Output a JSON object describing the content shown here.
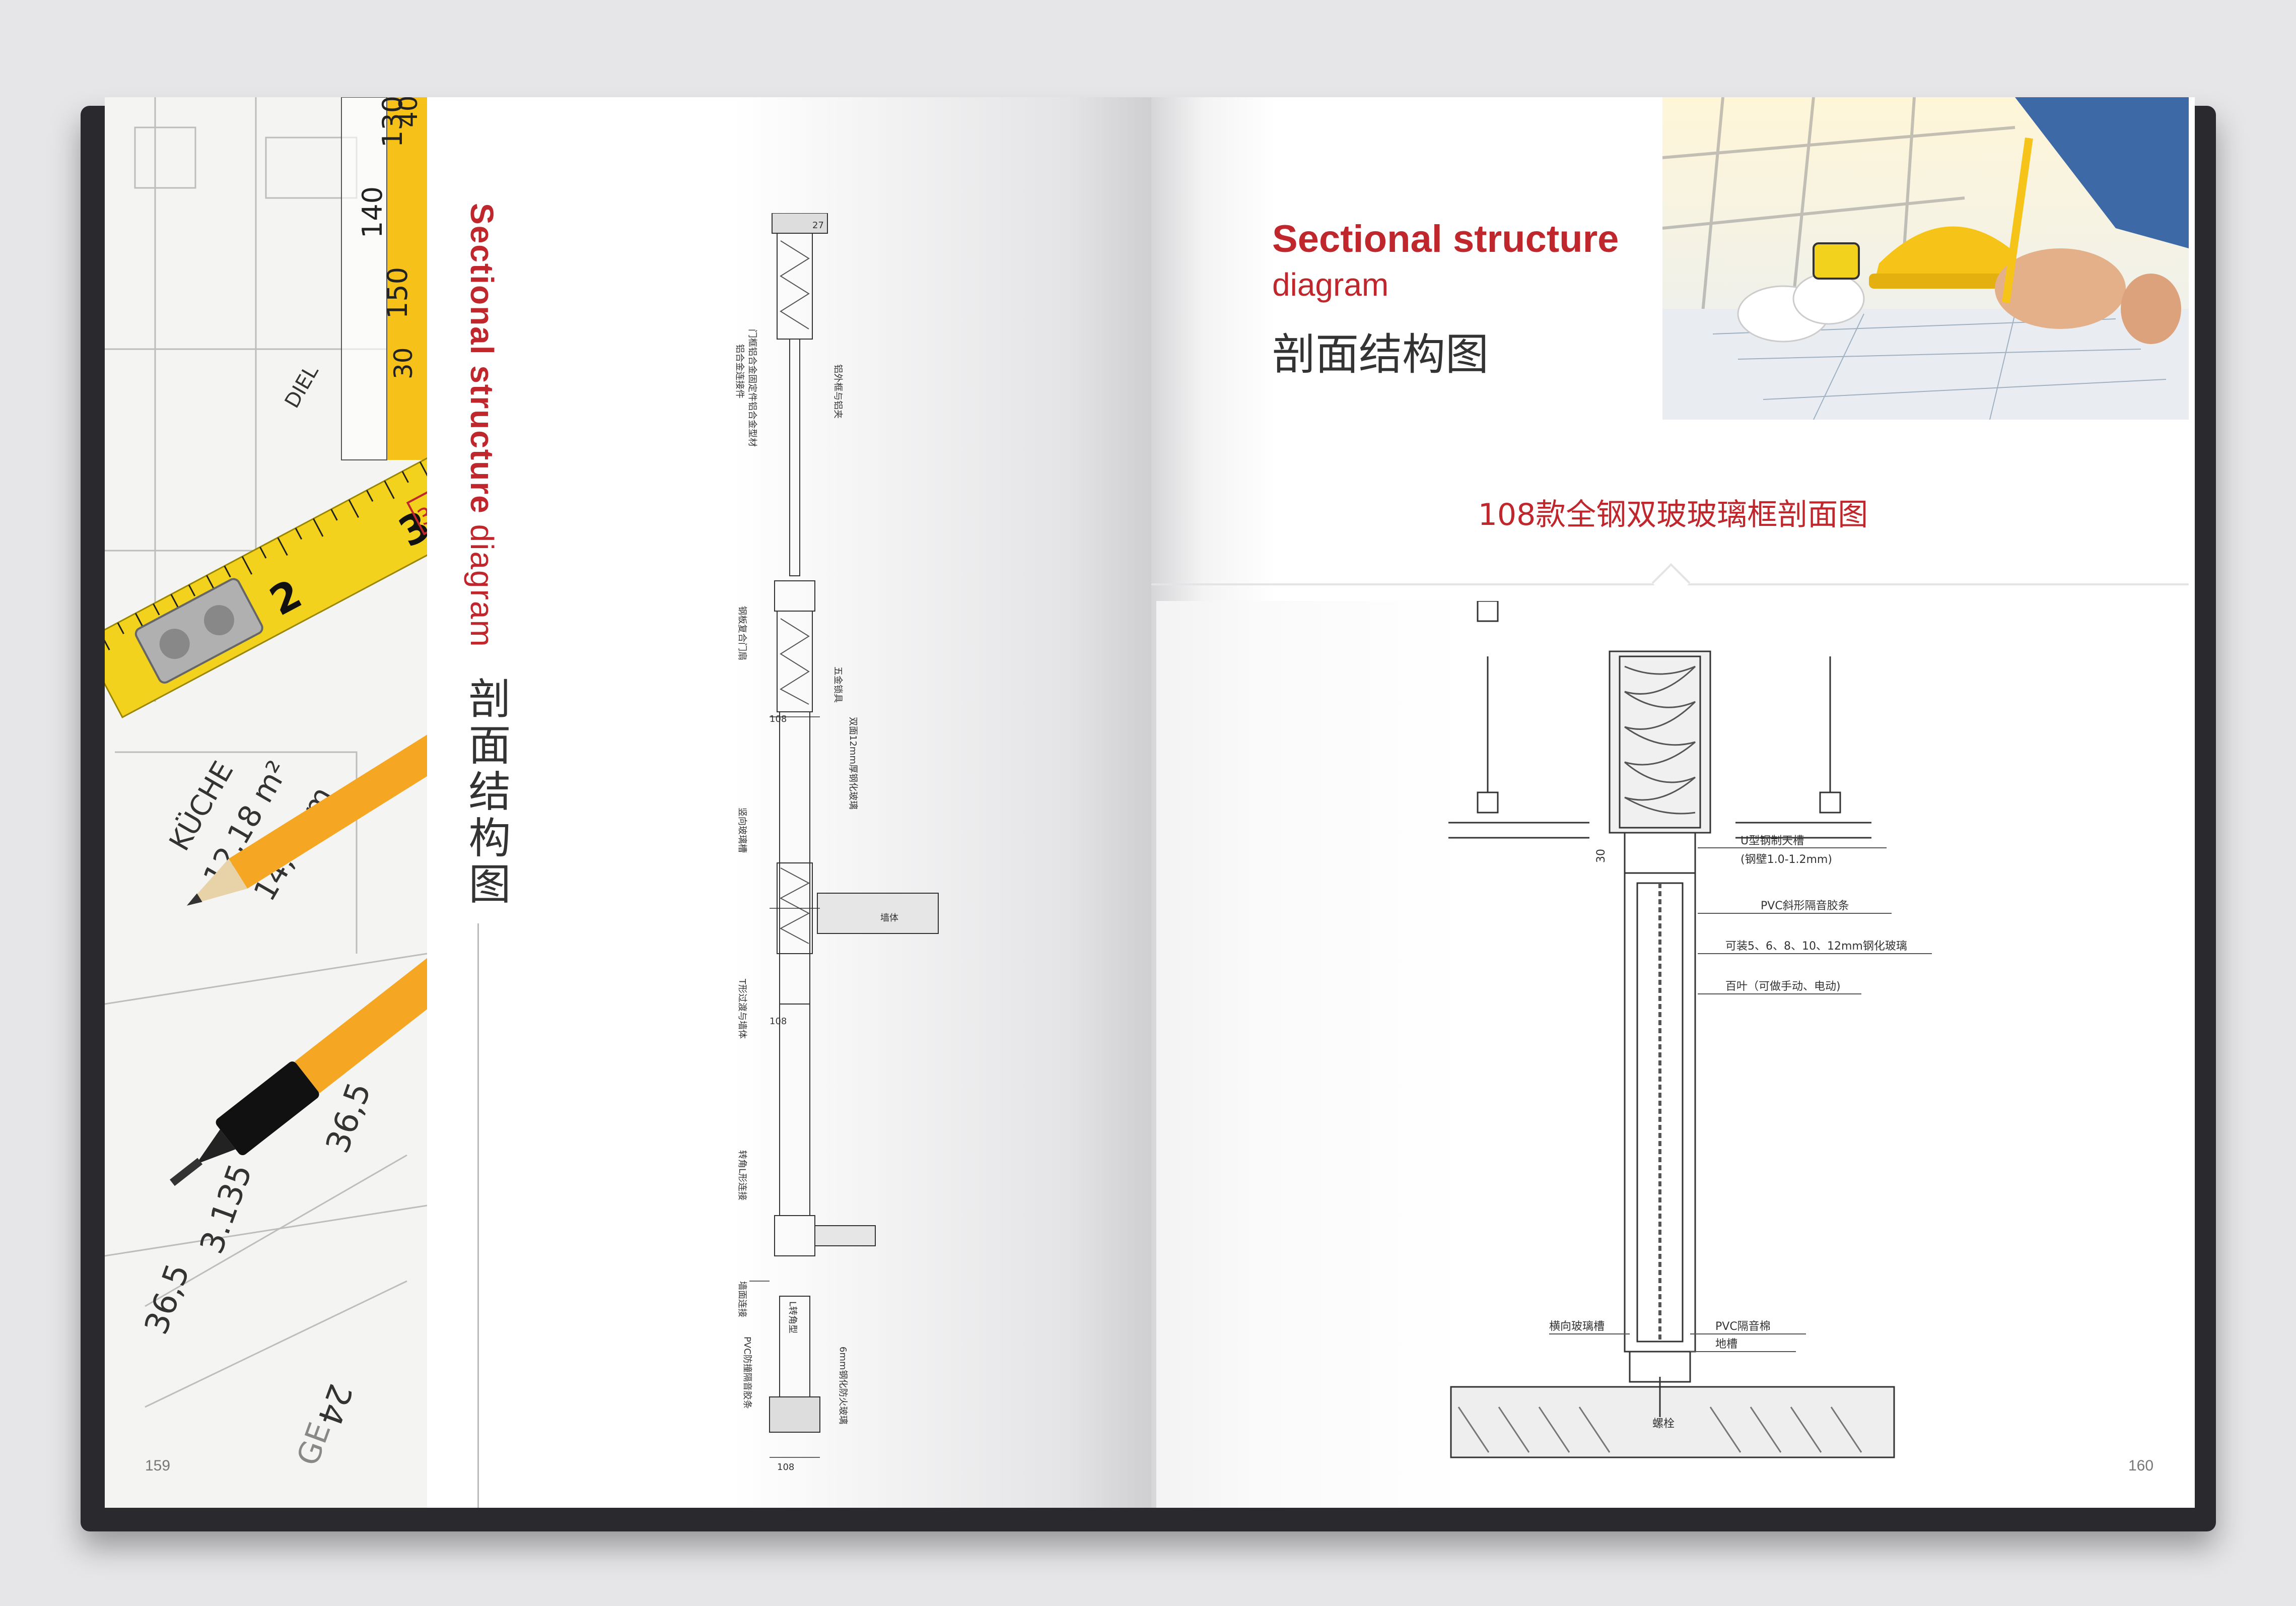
{
  "left_page": {
    "title_en_bold": "Sectional structure",
    "title_en_light": " diagram",
    "title_cn": "剖面结构图",
    "page_number": "159",
    "photo_texts": [
      "130",
      "140",
      "150",
      "40",
      "30",
      "DIEL",
      "2",
      "3",
      "3 m",
      "KÜCHE",
      "12,18 m²",
      "14,04 m",
      "36,5",
      "3.135",
      "36,5",
      "24",
      "GE"
    ],
    "drawing_labels": {
      "top_dim": "27",
      "label_1": "门框铝合金固定件铝合金型材",
      "label_2": "铝合金连接件",
      "label_3": "铝外框与铝夹",
      "label_4": "钢板复合门扇",
      "label_5": "五金锁具",
      "label_6": "双面12mm厚钢化玻璃",
      "label_7": "竖向玻璃槽",
      "dim_108_a": "108",
      "label_8": "T形过渡与墙体",
      "label_9": "墙体",
      "dim_108_b": "108",
      "label_10": "转角L形连接",
      "label_11": "墙面连接",
      "label_12": "L转角型",
      "label_13": "PVC防撞隔音胶条",
      "label_14": "6mm钢化防火玻璃",
      "dim_108_c": "108"
    }
  },
  "right_page": {
    "title_en_line1": "Sectional structure",
    "title_en_line2": "diagram",
    "title_cn": "剖面结构图",
    "diagram_title": "108款全钢双玻玻璃框剖面图",
    "page_number": "160",
    "callouts": {
      "c1": "U型钢制天槽",
      "c1b": "(钢壁1.0-1.2mm)",
      "c2": "PVC斜形隔音胶条",
      "c3": "可装5、6、8、10、12mm钢化玻璃",
      "c4": "百叶（可做手动、电动)",
      "c5": "横向玻璃槽",
      "c6": "PVC隔音棉",
      "c7": "地槽",
      "c8": "螺栓",
      "dim_30": "30"
    }
  },
  "colors": {
    "accent_red": "#c0272d",
    "text_dark": "#333333",
    "background": "#e6e6e8"
  }
}
